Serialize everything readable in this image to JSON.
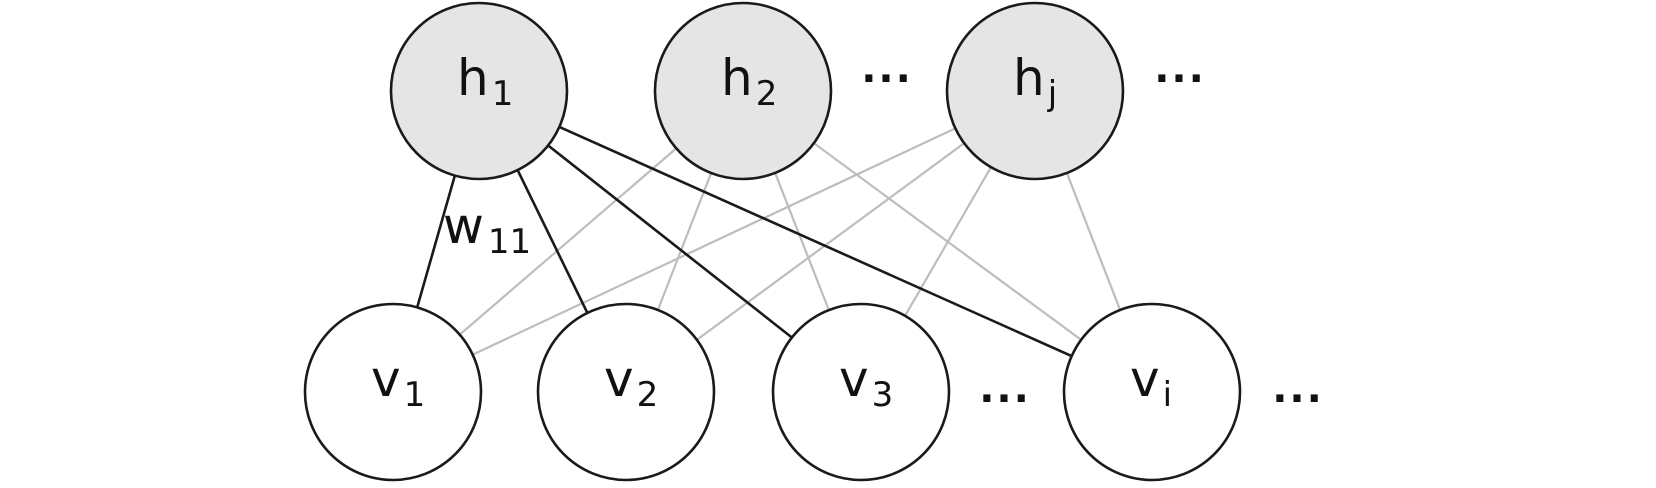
{
  "diagram": {
    "type": "restricted-boltzmann-machine",
    "colors": {
      "hidden_fill": "#e5e5e5",
      "visible_fill": "#ffffff",
      "node_stroke": "#1a1a1a",
      "highlight_edge": "#1a1a1a",
      "faded_edge": "#bdbdbd"
    },
    "hidden_layer": [
      {
        "id": "h1",
        "base": "h",
        "sub": "1"
      },
      {
        "id": "h2",
        "base": "h",
        "sub": "2"
      },
      {
        "id": "hj",
        "base": "h",
        "sub": "j"
      }
    ],
    "visible_layer": [
      {
        "id": "v1",
        "base": "v",
        "sub": "1"
      },
      {
        "id": "v2",
        "base": "v",
        "sub": "2"
      },
      {
        "id": "v3",
        "base": "v",
        "sub": "3"
      },
      {
        "id": "vi",
        "base": "v",
        "sub": "i"
      }
    ],
    "ellipses": {
      "hidden_between": "...",
      "hidden_after": "...",
      "visible_between": "...",
      "visible_after": "..."
    },
    "edges": [
      {
        "from": "h1",
        "to": "v1",
        "style": "highlight"
      },
      {
        "from": "h1",
        "to": "v2",
        "style": "highlight"
      },
      {
        "from": "h1",
        "to": "v3",
        "style": "highlight"
      },
      {
        "from": "h1",
        "to": "vi",
        "style": "highlight"
      },
      {
        "from": "h2",
        "to": "v1",
        "style": "faded"
      },
      {
        "from": "h2",
        "to": "v2",
        "style": "faded"
      },
      {
        "from": "h2",
        "to": "v3",
        "style": "faded"
      },
      {
        "from": "h2",
        "to": "vi",
        "style": "faded"
      },
      {
        "from": "hj",
        "to": "v1",
        "style": "faded"
      },
      {
        "from": "hj",
        "to": "v2",
        "style": "faded"
      },
      {
        "from": "hj",
        "to": "v3",
        "style": "faded"
      },
      {
        "from": "hj",
        "to": "vi",
        "style": "faded"
      }
    ],
    "weight_label": {
      "base": "w",
      "sub": "11",
      "edge": "h1-v1"
    }
  }
}
